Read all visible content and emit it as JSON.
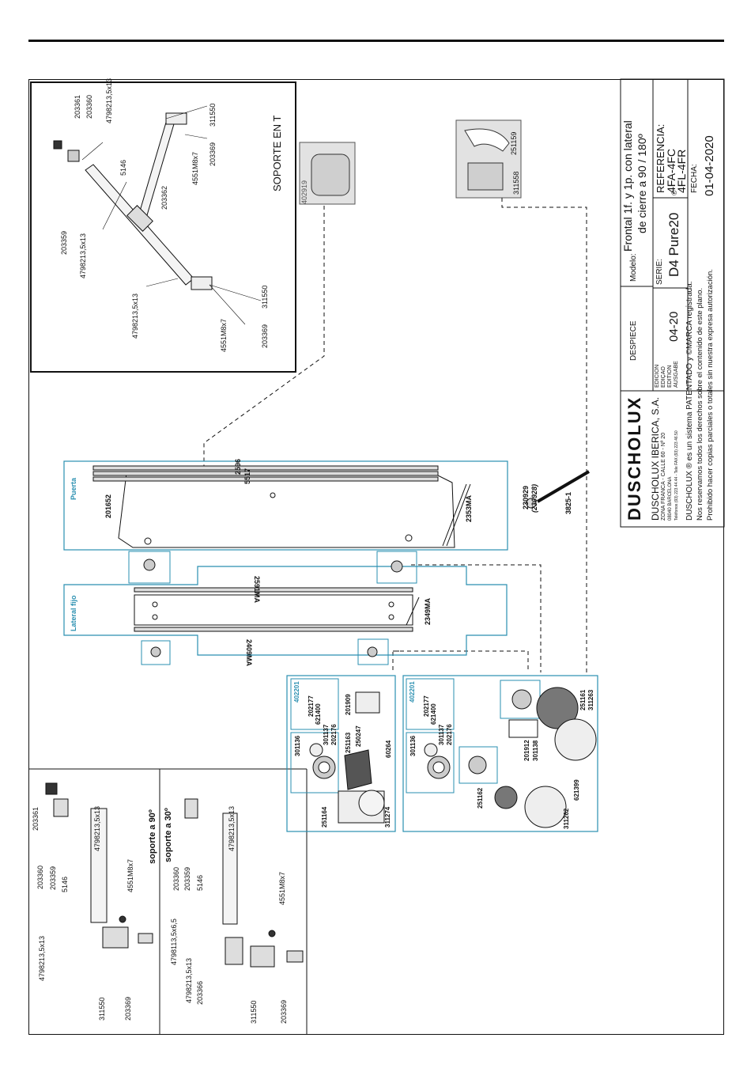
{
  "title_block": {
    "brand": "DUSCHOLUX",
    "company": "DUSCHOLUX IBERICA, S.A.",
    "address1": "ZONA FRANCA - CALLE 60 - Nº 20",
    "address2": "08040 BARCELONA",
    "phones": "Teléfonos (93) 223.44.44 - Tele FAX (93) 223.46.50",
    "despiece": "DESPIECE",
    "edicion_labels": [
      "EDICION",
      "EDIÇAO",
      "EDITION",
      "AUSGABE"
    ],
    "edicion_value": "04-20",
    "modelo_label": "Modelo:",
    "modelo_line1": "Frontal 1f. y 1p. con lateral",
    "modelo_line2": "de cierre a 90 / 180º",
    "serie_label": "SERIE:",
    "serie_value": "D4 Pure20",
    "serie_mark": "®",
    "referencia_label": "REFERENCIA:",
    "referencia_1": "4FA-4FC",
    "referencia_2": "4FL-4FR",
    "fecha_label": "FECHA:",
    "fecha_value": "01-04-2020",
    "legal1": "DUSCHOLUX ® es un sistema PATENTADO y ©MARCA registrada.",
    "legal2": "Nos reservamos todos los derechos sobre el contenido de este plano.",
    "legal3": "Prohibido hacer copias parciales o totales sin nuestra expresa autorización."
  },
  "soporte_t": {
    "title": "SOPORTE EN T",
    "labels": [
      "203361",
      "203360",
      "4798213,5x13",
      "311550",
      "5146",
      "203369",
      "4551M8x7",
      "203362",
      "203359",
      "4798213,5x13",
      "4798213,5x13",
      "4551M8x7",
      "203369",
      "311550"
    ]
  },
  "standalone_parts": {
    "knob": "402919",
    "clip_a": "251159",
    "clip_b": "311558"
  },
  "puerta": {
    "title": "Puerta",
    "labels": [
      "201652",
      "2596",
      "5517",
      "2353MA",
      "230929",
      "(230928)",
      "3825-1"
    ]
  },
  "lateral": {
    "title": "Lateral fijo",
    "labels": [
      "2591MA",
      "2409MA",
      "2349MA"
    ]
  },
  "soporte_90": {
    "title": "soporte a 90º",
    "labels": [
      "203361",
      "203360",
      "4798213,5x13",
      "203359",
      "5146",
      "4551M8x7",
      "4798213,5x13",
      "311550",
      "203369"
    ]
  },
  "soporte_30": {
    "title": "soporte a 30º",
    "labels": [
      "203360",
      "4798213,5x13",
      "203359",
      "5146",
      "4551M8x7",
      "4798113,5x6,5",
      "4798213,5x13",
      "203366",
      "311550",
      "203369"
    ]
  },
  "hinge_upper": {
    "labels": [
      "402201",
      "202177",
      "621400",
      "301136",
      "301137",
      "202176",
      "201909",
      "251163",
      "250247",
      "60264",
      "251164",
      "311274"
    ]
  },
  "hinge_lower": {
    "labels": [
      "402201",
      "202177",
      "621400",
      "301136",
      "301137",
      "202176",
      "201912",
      "301138",
      "251161",
      "311263",
      "251162",
      "621399",
      "311262"
    ]
  },
  "colors": {
    "line": "#111111",
    "accent": "#2a8fb0",
    "panel_fill": "#e4e4e4"
  }
}
